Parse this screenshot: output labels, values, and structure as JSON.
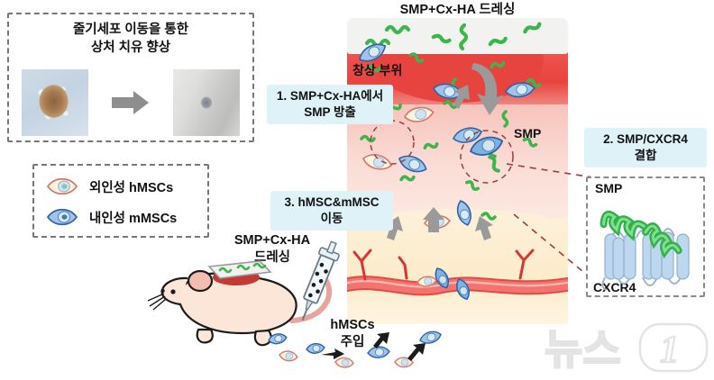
{
  "photo_panel": {
    "title_line1": "줄기세포 이동을 통한",
    "title_line2": "상처 치유 향상",
    "before_caption": "",
    "after_caption": "",
    "arrow_icon": "right-arrow-icon"
  },
  "legend": {
    "items": [
      {
        "label": "외인성 hMSCs",
        "icon": "hmsc-cell-icon",
        "outline_color": "#d9736a",
        "fill_color": "#fdf6dd"
      },
      {
        "label": "내인성 mMSCs",
        "icon": "mmsc-cell-icon",
        "outline_color": "#2f63a8",
        "fill_color": "#9fc4e8"
      }
    ]
  },
  "main": {
    "dressing_title": "SMP+Cx-HA 드레싱",
    "wound_label": "창상 부위",
    "smp_label": "SMP",
    "steps": [
      {
        "line1": "1. SMP+Cx-HA에서",
        "line2": "SMP 방출"
      },
      {
        "line1": "2. SMP/CXCR4",
        "line2": "결합"
      },
      {
        "line1": "3. hMSC&mMSC",
        "line2": "이동"
      }
    ],
    "layers": {
      "dressing_color": "#f2f2f0",
      "wound_color": "#e8443f",
      "dermis_color": "#fadbd4",
      "subcutis_color": "#fcecc9",
      "vessel_color": "#f3736e"
    }
  },
  "mouse": {
    "dressing_title_line1": "SMP+Cx-HA",
    "dressing_title_line2": "드레싱",
    "injection_label_line1": "hMSCs",
    "injection_label_line2": "주입",
    "syringe_icon": "syringe-icon"
  },
  "receptor": {
    "ligand_label": "SMP",
    "receptor_label": "CXCR4",
    "helix_color": "#3cb54a",
    "tm_color": "#bdd7ee",
    "helix_count": 7
  },
  "watermark": {
    "text": "뉴스1"
  },
  "colors": {
    "callout_bg": "#dff2f7",
    "smp_green": "#3cb54a",
    "wound_red": "#e8443f",
    "arrow_gray": "#9a9a9a",
    "dashed_border": "#777777"
  }
}
